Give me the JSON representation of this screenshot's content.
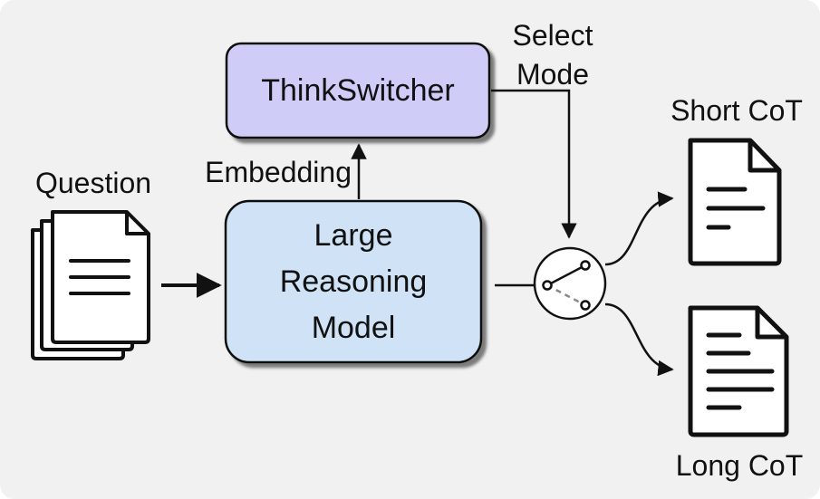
{
  "labels": {
    "question": "Question",
    "embedding": "Embedding",
    "select_mode_line1": "Select",
    "select_mode_line2": "Mode",
    "short_cot": "Short CoT",
    "long_cot": "Long CoT"
  },
  "boxes": {
    "thinkswitcher": "ThinkSwitcher",
    "lrm_line1": "Large",
    "lrm_line2": "Reasoning",
    "lrm_line3": "Model"
  },
  "colors": {
    "background": "#f1f1f1",
    "thinkswitcher_fill": "#cfcdf8",
    "lrm_fill": "#cfe2f6",
    "stroke": "#111111",
    "dashed_branch": "#888888"
  },
  "icons": {
    "question": "stacked-documents-icon",
    "short_cot": "short-document-icon",
    "long_cot": "long-document-icon",
    "switch": "mode-switch-icon"
  }
}
